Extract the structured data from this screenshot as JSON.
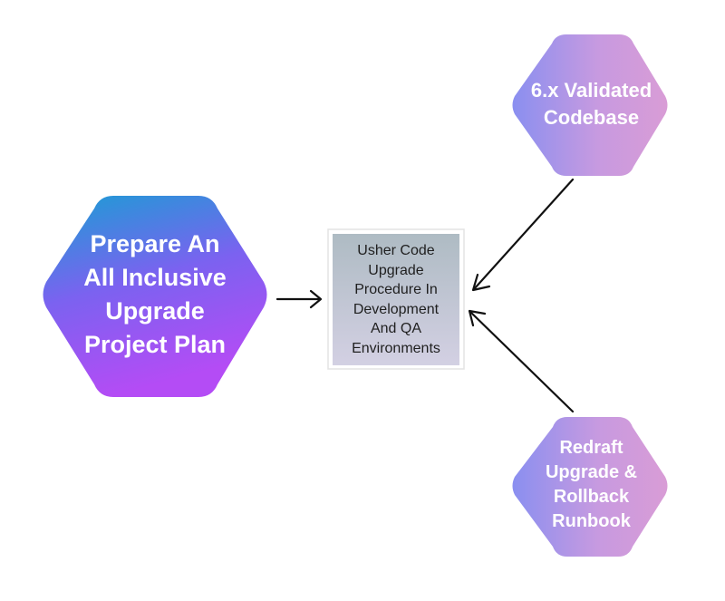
{
  "nodes": {
    "main": {
      "label": "Prepare An\nAll Inclusive\nUpgrade\nProject Plan",
      "gradient": [
        "#1a9ed4",
        "#7b62f0",
        "#b44cf5"
      ]
    },
    "codebase": {
      "label": "6.x Validated\nCodebase",
      "gradient": [
        "#8a8ff0",
        "#c79ae0",
        "#d99cd6"
      ]
    },
    "runbook": {
      "label": "Redraft\nUpgrade &\nRollback\nRunbook",
      "gradient": [
        "#8a8ff0",
        "#c79ae0",
        "#d99cd6"
      ]
    },
    "procedure": {
      "label": "Usher Code\nUpgrade\nProcedure In\nDevelopment\nAnd QA\nEnvironments",
      "gradient": [
        "#aebbc3",
        "#d3d0e3"
      ],
      "border_color": "#e3e3e3"
    }
  },
  "edges": [
    {
      "from": "main",
      "to": "procedure"
    },
    {
      "from": "codebase",
      "to": "procedure"
    },
    {
      "from": "runbook",
      "to": "procedure"
    }
  ],
  "colors": {
    "arrow": "#111111",
    "label_text": "#ffffff",
    "box_text": "#1f1f1f"
  }
}
